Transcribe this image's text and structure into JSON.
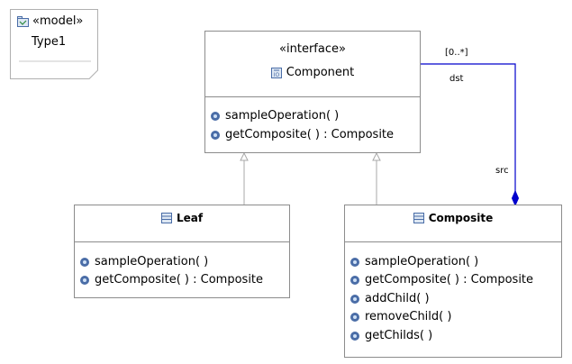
{
  "model_note": {
    "stereotype": "«model»",
    "name": "Type1"
  },
  "component": {
    "stereotype": "«interface»",
    "name": "Component",
    "operations": [
      "sampleOperation( )",
      "getComposite( ) : Composite"
    ]
  },
  "leaf": {
    "name": "Leaf",
    "operations": [
      "sampleOperation( )",
      "getComposite( ) : Composite"
    ]
  },
  "composite": {
    "name": "Composite",
    "operations": [
      "sampleOperation( )",
      "getComposite( ) : Composite",
      "addChild( )",
      "removeChild( )",
      "getChilds( )"
    ]
  },
  "association": {
    "multiplicity": "[0..*]",
    "dst_label": "dst",
    "src_label": "src",
    "color": "#0000cc"
  },
  "colors": {
    "border": "#8c8c8c",
    "generalization": "#a0a0a0",
    "gear": "#4a6da7"
  }
}
